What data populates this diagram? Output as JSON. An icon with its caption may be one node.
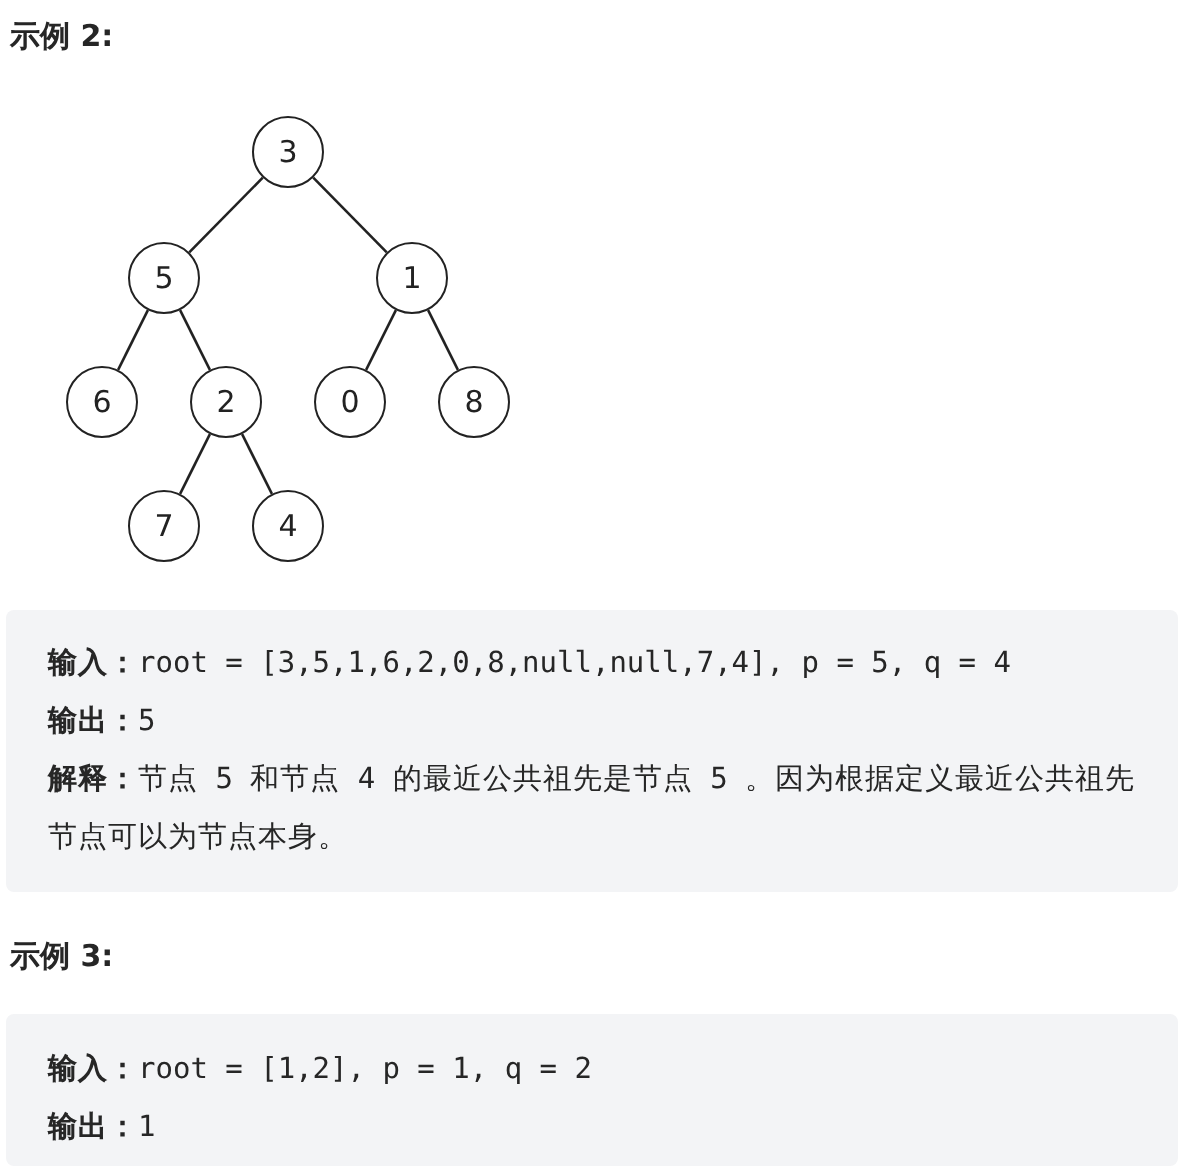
{
  "diagram": {
    "nodes": [
      {
        "text": [
          "3"
        ]
      },
      {
        "text": [
          "5"
        ]
      },
      {
        "text": [
          "1"
        ]
      },
      {
        "text": [
          "6"
        ]
      },
      {
        "text": [
          "2"
        ]
      },
      {
        "text": [
          "0"
        ]
      },
      {
        "text": [
          "8"
        ]
      },
      {
        "text": [
          "7"
        ]
      },
      {
        "text": [
          "4"
        ]
      }
    ],
    "edges": [
      {
        "from": 0,
        "to": 1,
        "arrow": "none"
      },
      {
        "from": 0,
        "to": 2,
        "arrow": "none"
      },
      {
        "from": 1,
        "to": 3,
        "arrow": "none"
      },
      {
        "from": 1,
        "to": 4,
        "arrow": "none"
      },
      {
        "from": 2,
        "to": 5,
        "arrow": "none"
      },
      {
        "from": 2,
        "to": 6,
        "arrow": "none"
      },
      {
        "from": 4,
        "to": 7,
        "arrow": "none"
      },
      {
        "from": 4,
        "to": 8,
        "arrow": "none"
      }
    ],
    "labels": [
      "示例 2:",
      "**输入：**root = [3,5,1,6,2,0,8,null,null,7,4], p = 5, q = 4",
      "**输出：**5",
      "**解释：**节点 5 和节点 4 的最近公共祖先是节点 5 。因为根据定义最近公共祖先节点可以为节点本身。",
      "示例 3:",
      "**输入：**root = [1,2], p = 1, q = 2",
      "**输出：**1"
    ]
  }
}
